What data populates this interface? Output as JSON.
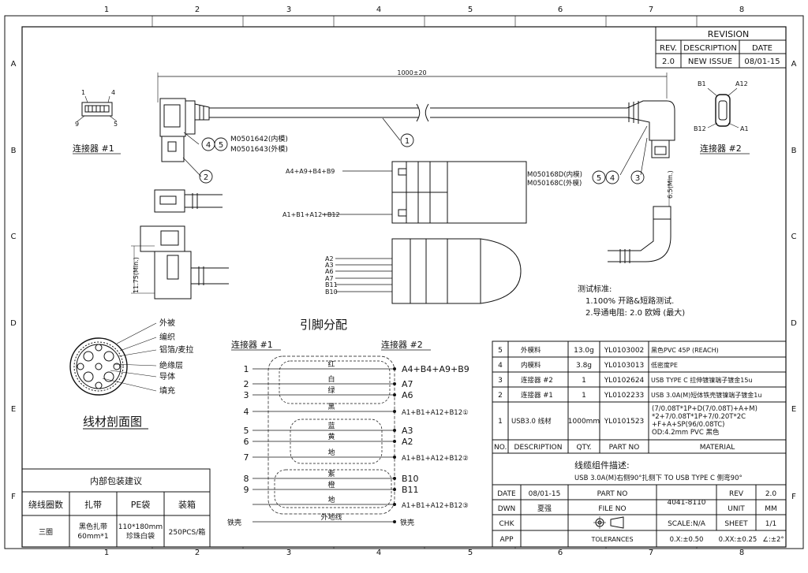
{
  "frame": {
    "col_numbers": [
      "1",
      "2",
      "3",
      "4",
      "5",
      "6",
      "7",
      "8"
    ],
    "row_letters": [
      "A",
      "B",
      "C",
      "D",
      "E",
      "F"
    ]
  },
  "revision": {
    "title": "REVISION",
    "headers": [
      "REV.",
      "DESCRIPTION",
      "DATE"
    ],
    "row": [
      "2.0",
      "NEW ISSUE",
      "08/01-15"
    ]
  },
  "dimensions": {
    "length": "1000±20",
    "min_height_c2": "6.5(Min.)",
    "min_height_1": "11.75(Min.)"
  },
  "connector1": {
    "label": "连接器 #1",
    "pins": [
      "1",
      "4",
      "9",
      "5"
    ]
  },
  "connector2": {
    "label": "连接器 #2",
    "pins": [
      "B1",
      "A12",
      "B12",
      "A1"
    ]
  },
  "callouts": {
    "c1": "1",
    "c2": "2",
    "c3": "3",
    "c4": "4",
    "c5": "5",
    "mold_in_1": "M0501642(内模)",
    "mold_out_1": "M0501643(外模)",
    "mold_in_2": "M050168D(内模)",
    "mold_out_2": "M050168C(外模)"
  },
  "plug_labels": {
    "top": "A4+A9+B4+B9",
    "bottom": "A1+B1+A12+B12",
    "pins": [
      "A2",
      "A3",
      "A6",
      "A7",
      "B11",
      "B10"
    ]
  },
  "test_standard": {
    "title": "测试标准:",
    "lines": [
      "1.100% 开路&短路测试.",
      "2.导通电阻: 2.0 欧姆  (最大)"
    ]
  },
  "pinout": {
    "title": "引脚分配",
    "left_header": "连接器 #1",
    "right_header": "连接器 #2",
    "rows": [
      {
        "pin": "1",
        "right": "A4+B4+A9+B9",
        "color": "红"
      },
      {
        "pin": "2",
        "right": "A7",
        "color": "白"
      },
      {
        "pin": "3",
        "right": "A6",
        "color": "绿"
      },
      {
        "pin": "4",
        "right": "A1+B1+A12+B12①",
        "color": "黑"
      },
      {
        "pin": "5",
        "right": "A3",
        "color": "蓝"
      },
      {
        "pin": "6",
        "right": "A2",
        "color": "黄"
      },
      {
        "pin": "7",
        "right": "A1+B1+A12+B12②",
        "color": "地"
      },
      {
        "pin": "8",
        "right": "B10",
        "color": "紫"
      },
      {
        "pin": "9",
        "right": "B11",
        "color": "橙"
      },
      {
        "pin": "",
        "right": "A1+B1+A12+B12③",
        "color": "地"
      }
    ],
    "shield_left": "铁壳",
    "shield_right": "铁壳",
    "shield_label": "外地线"
  },
  "cross_section": {
    "title": "线材剖面图",
    "labels": [
      "外被",
      "编织",
      "铝箔/麦拉",
      "绝缘层",
      "导体",
      "填充"
    ]
  },
  "packing": {
    "title": "内部包装建议",
    "headers": [
      "绕线圈数",
      "扎带",
      "PE袋",
      "装箱"
    ],
    "values": [
      "三圈",
      "黑色扎带\n60mm*1",
      "110*180mm\n珍珠白袋",
      "250PCS/箱"
    ]
  },
  "bom": {
    "headers": [
      "NO.",
      "DESCRIPTION",
      "QTY.",
      "PART NO",
      "MATERIAL"
    ],
    "rows": [
      {
        "no": "5",
        "desc": "外模料",
        "qty": "13.0g",
        "part": "YL0103002",
        "mat": "黑色PVC 45P (REACH)"
      },
      {
        "no": "4",
        "desc": "内模料",
        "qty": "3.8g",
        "part": "YL0103013",
        "mat": "低密度PE"
      },
      {
        "no": "3",
        "desc": "连接器 #2",
        "qty": "1",
        "part": "YL0102624",
        "mat": "USB TYPE C 拉伸镀镍端子镀金15u"
      },
      {
        "no": "2",
        "desc": "连接器 #1",
        "qty": "1",
        "part": "YL0102233",
        "mat": "USB 3.0A(M)短体铁壳镀镍端子镀金1u"
      },
      {
        "no": "1",
        "desc": "USB3.0 线材",
        "qty": "1000mm",
        "part": "YL0101523",
        "mat": "(7/0.08T*1P+D(7/0.08T)+A+M)\n*2+7/0.08T*1P+7/0.20T*2C\n+F+A+SP(96/0.08TC)\nOD:4.2mm PVC 黑色"
      }
    ]
  },
  "title_block": {
    "assembly_title": "线缆组件描述:",
    "assembly_desc": "USB 3.0A(M)右侧90°扎侧下 TO USB TYPE C 侧弯90°",
    "date_label": "DATE",
    "date_value": "08/01-15",
    "dwn_label": "DWN",
    "dwn_value": "夏强",
    "chk_label": "CHK",
    "app_label": "APP",
    "part_no_label": "PART NO",
    "file_no_label": "FILE NO",
    "part_no_value": "4041-8110",
    "rev_label": "REV",
    "rev_value": "2.0",
    "unit_label": "UNIT",
    "unit_value": "MM",
    "scale_label": "SCALE:N/A",
    "sheet_label": "SHEET",
    "sheet_value": "1/1",
    "tolerances_label": "TOLERANCES",
    "tol_1": "0.X:±0.50",
    "tol_2": "0.XX:±0.25",
    "tol_3": "∠:±2°"
  }
}
